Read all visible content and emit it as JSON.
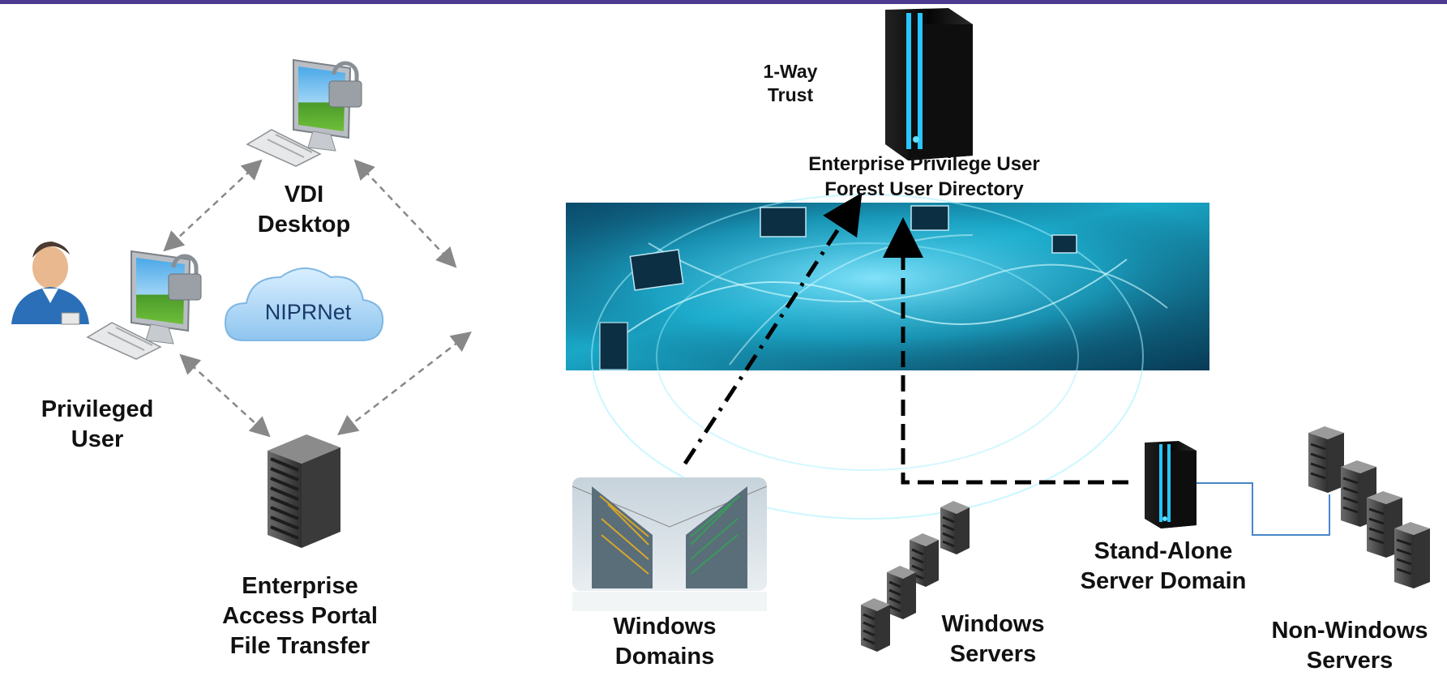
{
  "labels": {
    "vdi": [
      "VDI",
      "Desktop"
    ],
    "privileged_user": [
      "Privileged",
      "User"
    ],
    "portal": [
      "Enterprise",
      "Access Portal",
      "File Transfer"
    ],
    "trust": [
      "1-Way",
      "Trust"
    ],
    "forest": [
      "Enterprise Privilege User",
      "Forest User Directory"
    ],
    "windows_domains": [
      "Windows",
      "Domains"
    ],
    "windows_servers": [
      "Windows",
      "Servers"
    ],
    "standalone": [
      "Stand-Alone",
      "Server Domain"
    ],
    "non_windows": [
      "Non-Windows",
      "Servers"
    ]
  },
  "cloud": {
    "label": "NIPRNet"
  },
  "colors": {
    "accent_bar": "#4b3a8f",
    "dashed_gray": "#888888",
    "connector_blue": "#4a86c8",
    "globe_teal": "#1aa8c8"
  }
}
